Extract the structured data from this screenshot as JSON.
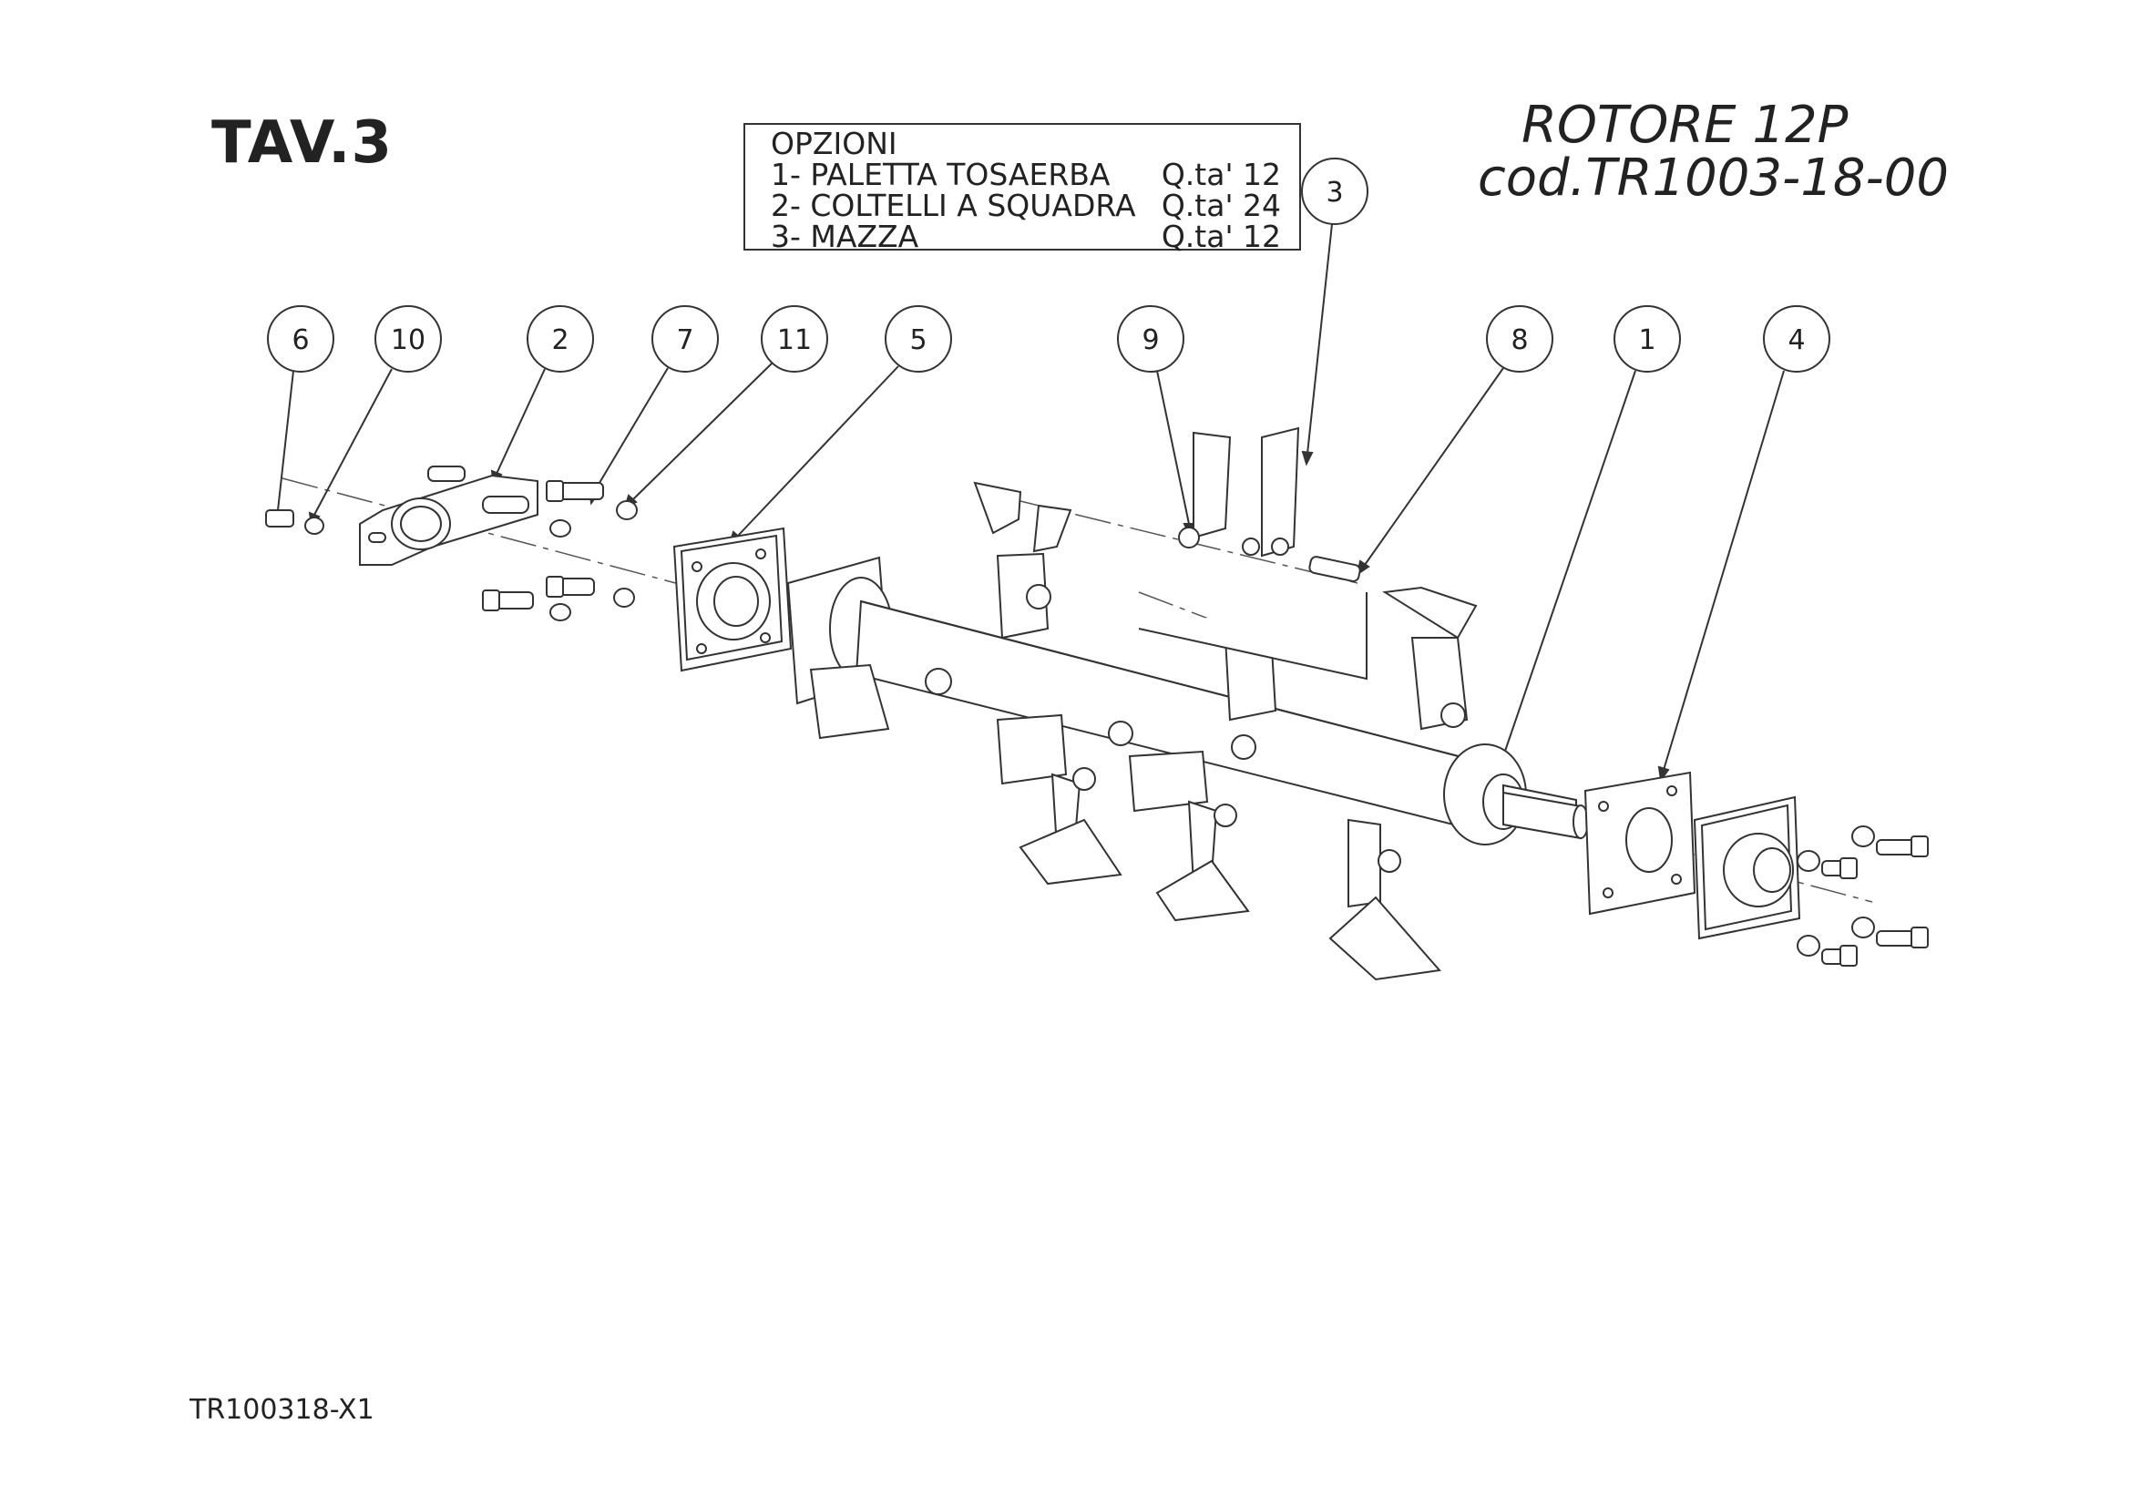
{
  "sheet": {
    "title": "TAV.3",
    "footer_code": "TR100318-X1"
  },
  "assembly": {
    "name": "ROTORE 12P",
    "code": "cod.TR1003-18-00"
  },
  "options": {
    "heading": "OPZIONI",
    "rows": [
      {
        "label": "1- PALETTA TOSAERBA",
        "qty": "Q.ta' 12"
      },
      {
        "label": "2- COLTELLI A SQUADRA",
        "qty": "Q.ta' 24"
      },
      {
        "label": "3- MAZZA",
        "qty": "Q.ta' 12"
      }
    ]
  },
  "callouts": [
    "6",
    "10",
    "2",
    "7",
    "11",
    "5",
    "9",
    "8",
    "1",
    "4",
    "3"
  ]
}
